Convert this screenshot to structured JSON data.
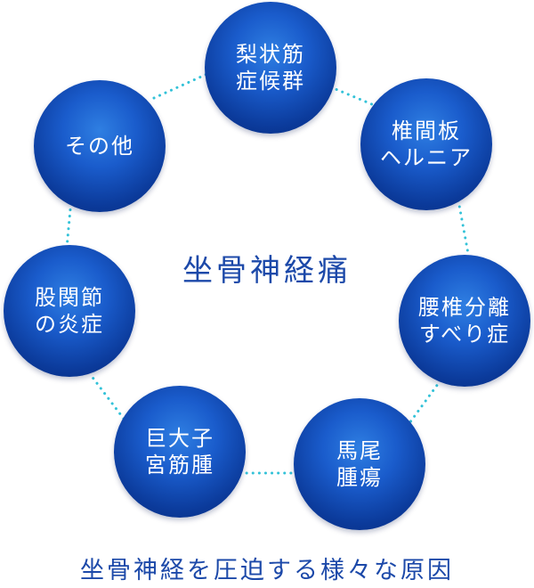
{
  "center_title": "坐骨神経痛",
  "caption": "坐骨神経を圧迫する様々な原因",
  "colors": {
    "node_fill": "#1a5ccc",
    "title_text": "#1c49a9",
    "connector": "#33c2d8"
  },
  "nodes": [
    {
      "lines": [
        "梨状筋",
        "症候群"
      ]
    },
    {
      "lines": [
        "椎間板",
        "ヘルニア"
      ]
    },
    {
      "lines": [
        "腰椎分離",
        "すべり症"
      ]
    },
    {
      "lines": [
        "馬尾",
        "腫瘍"
      ]
    },
    {
      "lines": [
        "巨大子",
        "宮筋腫"
      ]
    },
    {
      "lines": [
        "股関節",
        "の炎症"
      ]
    },
    {
      "lines": [
        "その他"
      ]
    }
  ]
}
